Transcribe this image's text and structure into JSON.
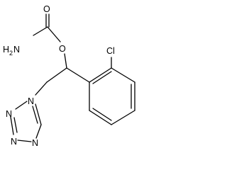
{
  "molecule": {
    "atoms": {
      "carbonyl_oxygen": "O",
      "amide_nitrogen_letters": "H",
      "amide_nitrogen_subscript": "2",
      "amide_nitrogen_symbol": "N",
      "ester_oxygen": "O",
      "chlorine": "Cl",
      "tetrazole_n1": "N",
      "tetrazole_n2": "N",
      "tetrazole_n3": "N",
      "tetrazole_n4": "N"
    },
    "colors": {
      "bond": "#000000",
      "label": "#000000",
      "background": "#ffffff"
    }
  }
}
